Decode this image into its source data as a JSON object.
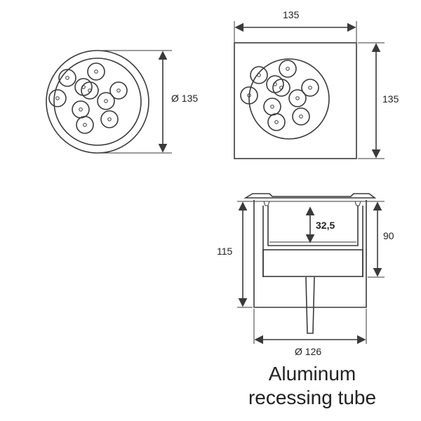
{
  "dimensions": {
    "round_diameter": "Ø 135",
    "square_width": "135",
    "square_height": "135",
    "tube_depth": "32,5",
    "tube_height_outer": "115",
    "tube_height_inner": "90",
    "tube_diameter": "Ø 126"
  },
  "caption": {
    "line1": "Aluminum",
    "line2": "recessing tube"
  },
  "led_count": 10
}
